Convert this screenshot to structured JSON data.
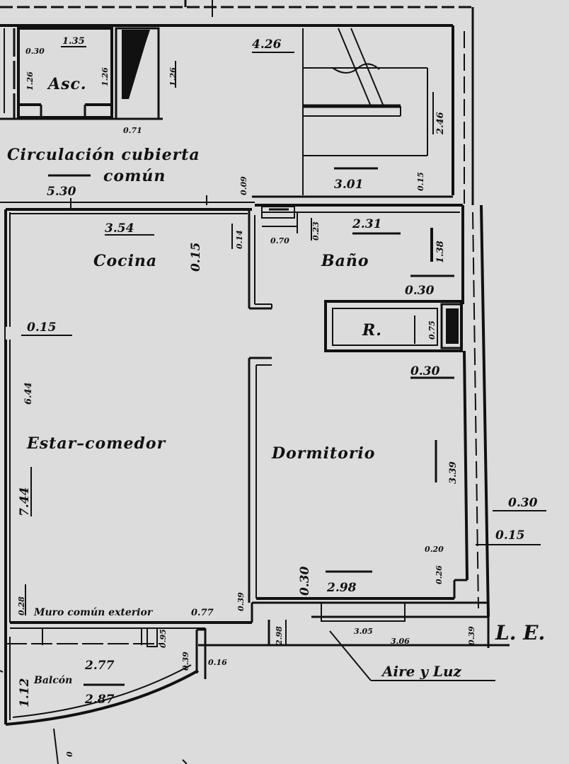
{
  "rooms": {
    "circulacion_1": "Circulación cubierta",
    "circulacion_2": "común",
    "asc": "Asc.",
    "cocina": "Cocina",
    "bano": "Baño",
    "r": "R.",
    "estar": "Estar–comedor",
    "dormitorio": "Dormitorio",
    "balcon": "Balcón",
    "muro": "Muro común exterior",
    "le": "L. E.",
    "aire": "Aire y Luz"
  },
  "dims": {
    "asc_w": "0.30",
    "asc_top": "1.35",
    "asc_h1": "1.26",
    "asc_h2": "1.26",
    "shaft": "0.71",
    "circ_h": "1.26",
    "stair_w": "4.26",
    "stair_h": "2.46",
    "stair_lower": "3.01",
    "stair_small": "0.15",
    "circ_len": "5.30",
    "circ_small": "0.09",
    "cocina_w": "3.54",
    "cocina_wall": "0.15",
    "cocina_small": "0.14",
    "bano_door": "0.70",
    "bano_small": "0.23",
    "bano_w": "2.31",
    "bano_h": "1.38",
    "bano_wall": "0.30",
    "r_small": "0.75",
    "dorm_wall": "0.30",
    "estar_wall": "0.15",
    "estar_h": "6.44",
    "estar_h2": "7.44",
    "dorm_h": "3.39",
    "right_wall1": "0.30",
    "right_wall2": "0.15",
    "dorm_small1": "0.20",
    "dorm_small2": "0.26",
    "dorm_inner": "0.30",
    "dorm_w": "2.98",
    "muro_small1": "0.28",
    "muro_small2": "0.39",
    "muro_len": "0.77",
    "bal_small1": "0.95",
    "bal_small2": "0.39",
    "bal_small3": "0.16",
    "bal_h": "1.12",
    "bal_w1": "2.77",
    "bal_w2": "2.87",
    "le_small1": "2.98",
    "le_len1": "3.05",
    "le_len2": "3.06",
    "le_small2": "0.39",
    "bottom": "0"
  }
}
